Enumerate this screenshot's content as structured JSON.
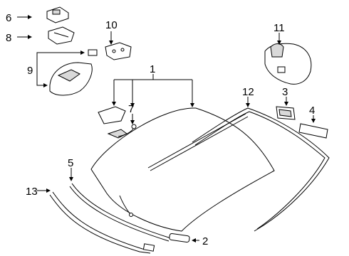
{
  "callouts": {
    "n1": "1",
    "n2": "2",
    "n3": "3",
    "n4": "4",
    "n5": "5",
    "n6": "6",
    "n7": "7",
    "n8": "8",
    "n9": "9",
    "n10": "10",
    "n11": "11",
    "n12": "12",
    "n13": "13"
  },
  "colors": {
    "line": "#000000",
    "part_fill": "#ffffff",
    "part_shade": "#d9d9d9"
  }
}
